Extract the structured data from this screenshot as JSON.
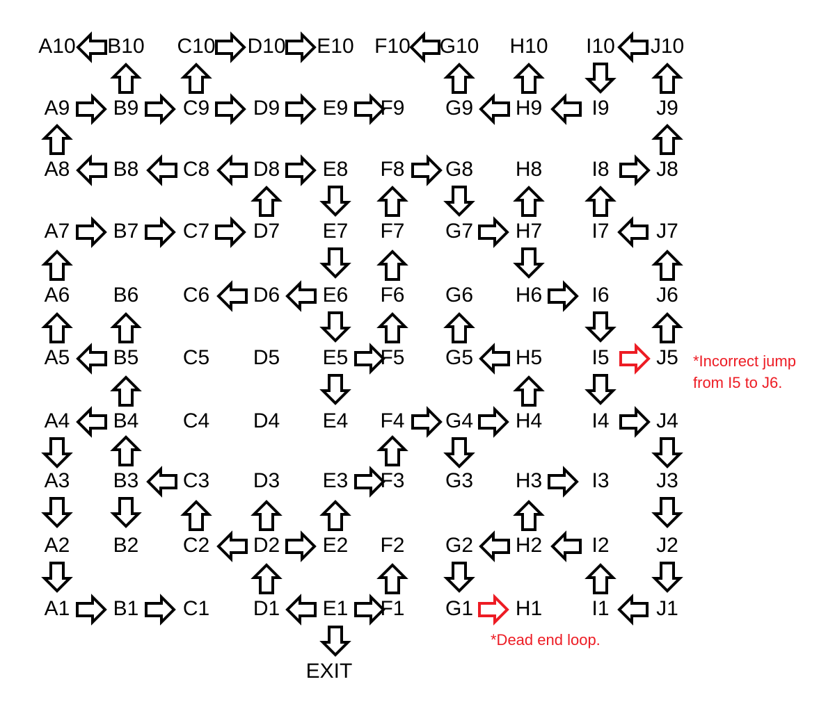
{
  "colors": {
    "ink": "#000000",
    "highlight": "#ed1c24",
    "background": "#ffffff"
  },
  "grid": {
    "columns": [
      "A",
      "B",
      "C",
      "D",
      "E",
      "F",
      "G",
      "H",
      "I",
      "J"
    ],
    "rows": [
      10,
      9,
      8,
      7,
      6,
      5,
      4,
      3,
      2,
      1
    ]
  },
  "exit": {
    "label": "EXIT"
  },
  "arrows": [
    {
      "from": "B10",
      "dir": "left"
    },
    {
      "from": "C10",
      "dir": "right"
    },
    {
      "from": "D10",
      "dir": "right"
    },
    {
      "from": "G10",
      "dir": "left"
    },
    {
      "from": "J10",
      "dir": "left"
    },
    {
      "from": "B9",
      "dir": "up"
    },
    {
      "from": "C9",
      "dir": "up"
    },
    {
      "from": "G9",
      "dir": "up"
    },
    {
      "from": "H9",
      "dir": "up"
    },
    {
      "from": "I10",
      "dir": "down"
    },
    {
      "from": "J9",
      "dir": "up"
    },
    {
      "from": "A9",
      "dir": "right"
    },
    {
      "from": "B9",
      "dir": "right"
    },
    {
      "from": "C9",
      "dir": "right"
    },
    {
      "from": "D9",
      "dir": "right"
    },
    {
      "from": "E9",
      "dir": "right"
    },
    {
      "from": "H9",
      "dir": "left"
    },
    {
      "from": "I9",
      "dir": "left"
    },
    {
      "from": "A8",
      "dir": "up"
    },
    {
      "from": "J8",
      "dir": "up"
    },
    {
      "from": "B8",
      "dir": "left"
    },
    {
      "from": "C8",
      "dir": "left"
    },
    {
      "from": "D8",
      "dir": "left"
    },
    {
      "from": "D8",
      "dir": "right"
    },
    {
      "from": "F8",
      "dir": "right"
    },
    {
      "from": "I8",
      "dir": "right"
    },
    {
      "from": "D7",
      "dir": "up"
    },
    {
      "from": "E8",
      "dir": "down"
    },
    {
      "from": "F7",
      "dir": "up"
    },
    {
      "from": "G8",
      "dir": "down"
    },
    {
      "from": "H7",
      "dir": "up"
    },
    {
      "from": "I7",
      "dir": "up"
    },
    {
      "from": "A7",
      "dir": "right"
    },
    {
      "from": "B7",
      "dir": "right"
    },
    {
      "from": "C7",
      "dir": "right"
    },
    {
      "from": "G7",
      "dir": "right"
    },
    {
      "from": "J7",
      "dir": "left"
    },
    {
      "from": "A6",
      "dir": "up"
    },
    {
      "from": "E7",
      "dir": "down"
    },
    {
      "from": "F6",
      "dir": "up"
    },
    {
      "from": "H7",
      "dir": "down"
    },
    {
      "from": "J6",
      "dir": "up"
    },
    {
      "from": "D6",
      "dir": "left"
    },
    {
      "from": "E6",
      "dir": "left"
    },
    {
      "from": "H6",
      "dir": "right"
    },
    {
      "from": "A5",
      "dir": "up"
    },
    {
      "from": "B5",
      "dir": "up"
    },
    {
      "from": "E6",
      "dir": "down"
    },
    {
      "from": "F5",
      "dir": "up"
    },
    {
      "from": "G5",
      "dir": "up"
    },
    {
      "from": "I6",
      "dir": "down"
    },
    {
      "from": "J5",
      "dir": "up"
    },
    {
      "from": "B5",
      "dir": "left"
    },
    {
      "from": "E5",
      "dir": "right"
    },
    {
      "from": "H5",
      "dir": "left"
    },
    {
      "from": "I5",
      "dir": "right",
      "highlight": true
    },
    {
      "from": "B4",
      "dir": "up"
    },
    {
      "from": "E5",
      "dir": "down"
    },
    {
      "from": "H4",
      "dir": "up"
    },
    {
      "from": "I5",
      "dir": "down"
    },
    {
      "from": "B4",
      "dir": "left"
    },
    {
      "from": "F4",
      "dir": "right"
    },
    {
      "from": "G4",
      "dir": "right"
    },
    {
      "from": "I4",
      "dir": "right"
    },
    {
      "from": "A4",
      "dir": "down"
    },
    {
      "from": "B3",
      "dir": "up"
    },
    {
      "from": "F3",
      "dir": "up"
    },
    {
      "from": "G4",
      "dir": "down"
    },
    {
      "from": "J4",
      "dir": "down"
    },
    {
      "from": "C3",
      "dir": "left"
    },
    {
      "from": "E3",
      "dir": "right"
    },
    {
      "from": "H3",
      "dir": "right"
    },
    {
      "from": "A3",
      "dir": "down"
    },
    {
      "from": "B3",
      "dir": "down"
    },
    {
      "from": "C2",
      "dir": "up"
    },
    {
      "from": "D2",
      "dir": "up"
    },
    {
      "from": "E2",
      "dir": "up"
    },
    {
      "from": "H2",
      "dir": "up"
    },
    {
      "from": "J3",
      "dir": "down"
    },
    {
      "from": "D2",
      "dir": "left"
    },
    {
      "from": "D2",
      "dir": "right"
    },
    {
      "from": "H2",
      "dir": "left"
    },
    {
      "from": "I2",
      "dir": "left"
    },
    {
      "from": "A2",
      "dir": "down"
    },
    {
      "from": "D1",
      "dir": "up"
    },
    {
      "from": "F1",
      "dir": "up"
    },
    {
      "from": "G2",
      "dir": "down"
    },
    {
      "from": "I1",
      "dir": "up"
    },
    {
      "from": "J2",
      "dir": "down"
    },
    {
      "from": "A1",
      "dir": "right"
    },
    {
      "from": "B1",
      "dir": "right"
    },
    {
      "from": "E1",
      "dir": "left"
    },
    {
      "from": "E1",
      "dir": "right"
    },
    {
      "from": "G1",
      "dir": "right",
      "highlight": true
    },
    {
      "from": "J1",
      "dir": "left"
    },
    {
      "from": "E1",
      "dir": "down",
      "to_exit": true
    }
  ],
  "annotations": [
    {
      "id": "incorrect-jump",
      "anchor": "J5",
      "lines": [
        "*Incorrect jump",
        "from I5 to J6."
      ]
    },
    {
      "id": "dead-end",
      "anchor": "H1",
      "lines": [
        "*Dead end loop."
      ]
    }
  ]
}
